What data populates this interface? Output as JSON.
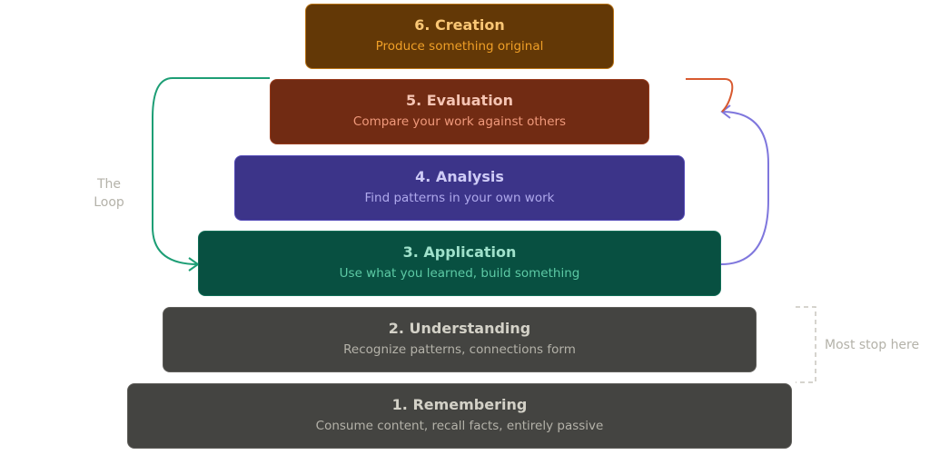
{
  "levels": [
    {
      "title": "6. Creation",
      "subtitle": "Produce something original",
      "fill": "#633806",
      "title_color": "#FAC775",
      "sub_color": "#EF9F27"
    },
    {
      "title": "5. Evaluation",
      "subtitle": "Compare your work against others",
      "fill": "#712B13",
      "title_color": "#F5C4B3",
      "sub_color": "#F0997B"
    },
    {
      "title": "4. Analysis",
      "subtitle": "Find patterns in your own work",
      "fill": "#3C3489",
      "title_color": "#CECBF6",
      "sub_color": "#AFA9EC"
    },
    {
      "title": "3. Application",
      "subtitle": "Use what you learned, build something",
      "fill": "#085041",
      "title_color": "#9FE1CB",
      "sub_color": "#5DCAA5"
    },
    {
      "title": "2. Understanding",
      "subtitle": "Recognize patterns, connections form",
      "fill": "#444441",
      "title_color": "#D3D1C7",
      "sub_color": "#B4B2A9"
    },
    {
      "title": "1. Remembering",
      "subtitle": "Consume content, recall facts, entirely passive",
      "fill": "#444441",
      "title_color": "#D3D1C7",
      "sub_color": "#B4B2A9"
    }
  ],
  "annotations": {
    "loop_label": "The Loop",
    "stop_label": "Most stop here"
  }
}
